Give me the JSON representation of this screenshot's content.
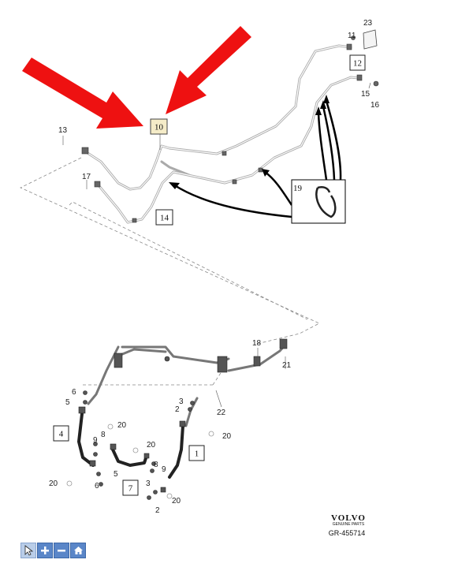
{
  "diagram": {
    "highlighted_part": "10",
    "boxed_parts": [
      "10",
      "12",
      "14",
      "19",
      "4",
      "1",
      "7"
    ],
    "callouts": {
      "c23": "23",
      "c11": "11",
      "c12": "12",
      "c15": "15",
      "c16": "16",
      "c13": "13",
      "c10": "10",
      "c17": "17",
      "c14": "14",
      "c19": "19",
      "c18": "18",
      "c21": "21",
      "c22": "22",
      "c6a": "6",
      "c5a": "5",
      "c3a": "3",
      "c2a": "2",
      "c4": "4",
      "c20a": "20",
      "c9a": "9",
      "c8a": "8",
      "c20b": "20",
      "c20c": "20",
      "c1": "1",
      "c8b": "8",
      "c9b": "9",
      "c5b": "5",
      "c20d": "20",
      "c6b": "6",
      "c7": "7",
      "c3b": "3",
      "c20e": "20",
      "c2b": "2"
    }
  },
  "branding": {
    "brand": "VOLVO",
    "subtitle": "GENUINE PARTS",
    "reference": "GR-455714"
  },
  "toolbar": {
    "buttons": [
      {
        "icon": "cursor-icon"
      },
      {
        "icon": "zoom-in-icon"
      },
      {
        "icon": "zoom-out-icon"
      },
      {
        "icon": "home-icon"
      }
    ]
  },
  "colors": {
    "arrow": "#ee1111",
    "highlight_box": "#f5ecc8",
    "toolbar_button": "#5a86c8"
  }
}
